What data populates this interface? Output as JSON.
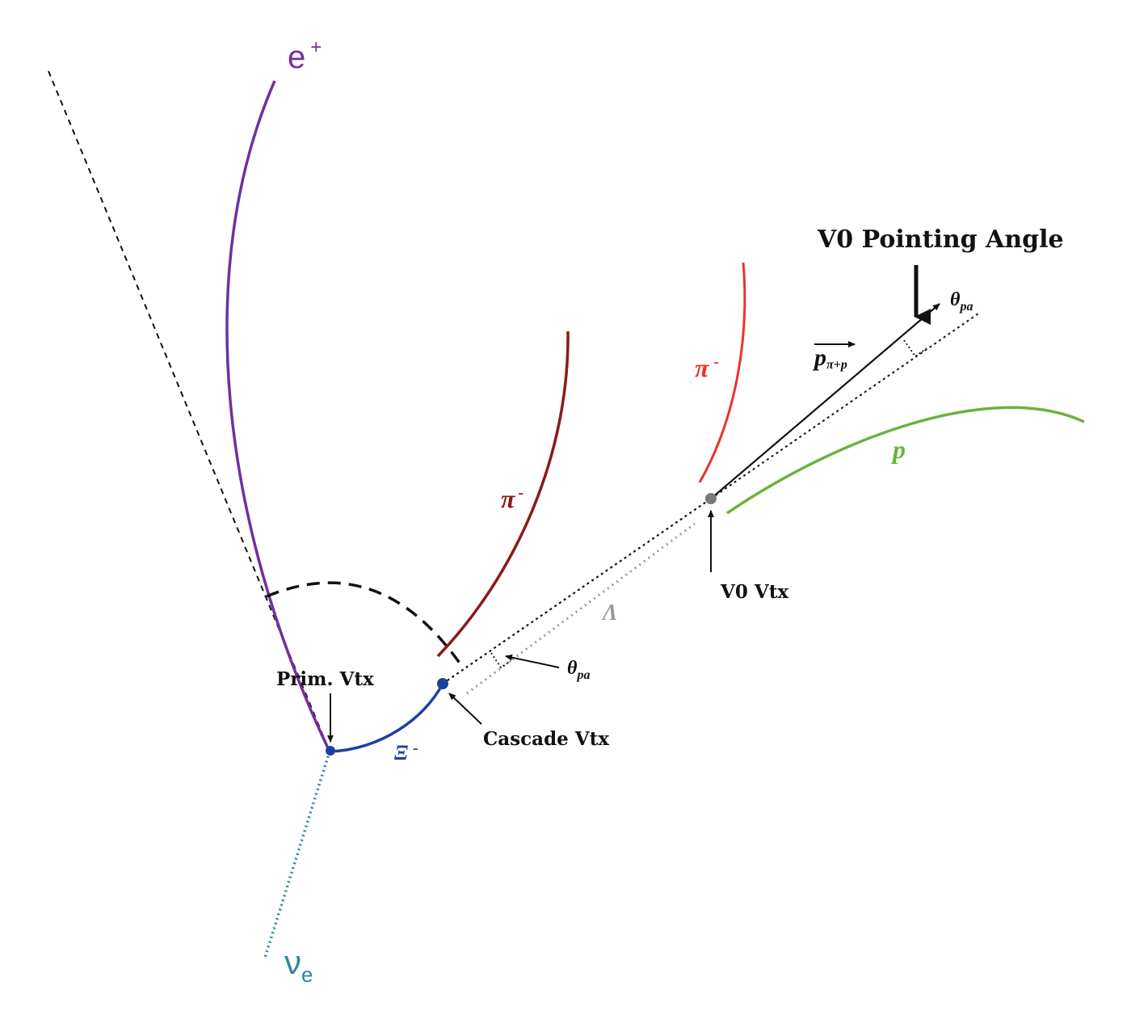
{
  "labels": {
    "positron": "e",
    "positron_sign": "+",
    "neutrino": "ν",
    "neutrino_sub": "e",
    "prim_vtx": "Prim. Vtx",
    "cascade_vtx": "Cascade Vtx",
    "v0_vtx": "V0 Vtx",
    "v0_pointing_angle": "V0 Pointing Angle",
    "xi": "Ξ",
    "xi_charge": "-",
    "pi_dark": "π",
    "pi_dark_charge": "-",
    "pi_red": "π",
    "pi_red_charge": "-",
    "proton": "p",
    "lambda": "Λ",
    "theta_lower": "θ",
    "theta_lower_sub": "pa",
    "theta_upper": "θ",
    "theta_upper_sub": "pa",
    "momentum": "p",
    "momentum_sub": "π+p"
  },
  "colors": {
    "positron": "#7030a0",
    "neutrino": "#31859c",
    "xi": "#1f3fa0",
    "pi_dark": "#8b1a1a",
    "pi_red": "#e8342c",
    "proton": "#6ab23c",
    "lambda": "#9a9a9a",
    "black": "#111111"
  }
}
